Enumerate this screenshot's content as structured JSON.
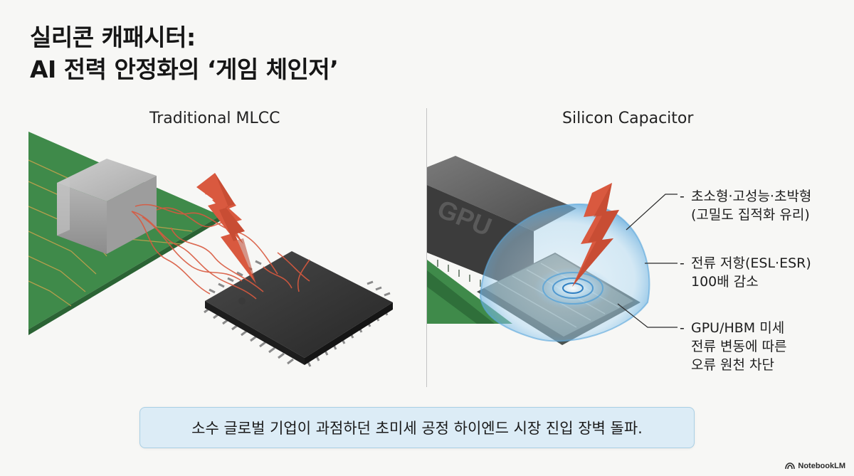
{
  "title": {
    "line1": "실리콘 캐패시터:",
    "line2": "AI 전력 안정화의 ‘게임 체인저’"
  },
  "left_panel": {
    "label": "Traditional MLCC"
  },
  "right_panel": {
    "label": "Silicon Capacitor",
    "chip_text": "GPU",
    "callouts": [
      {
        "line1": "초소형·고성능·초박형",
        "line2": "(고밀도 집적화 유리)"
      },
      {
        "line1": "전류 저항(ESL·ESR)",
        "line2": "100배 감소"
      },
      {
        "line1": "GPU/HBM 미세",
        "line2": "전류 변동에 따른",
        "line3": "오류 원천 차단"
      }
    ]
  },
  "banner": {
    "text": "소수 글로벌 기업이 과점하던 초미세 공정 하이엔드 시장 진입 장벽 돌파."
  },
  "logo": {
    "text": "NotebookLM"
  },
  "colors": {
    "pcb_green": "#3f8a4a",
    "bolt_orange": "#d9593f",
    "dome_blue": "#8fc8ee",
    "banner_bg": "#dcecf6"
  }
}
